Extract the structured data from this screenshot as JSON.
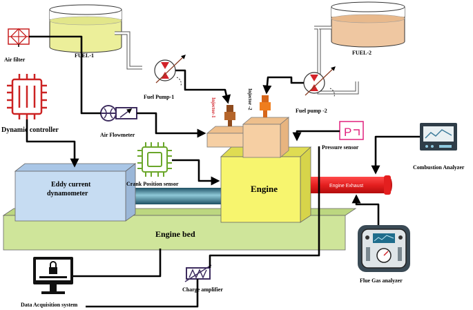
{
  "labels": {
    "air_filter": "Air filter",
    "fuel_1": "FUEL-1",
    "fuel_2": "FUEL-2",
    "fuel_pump_1": "Fuel Pump-1",
    "fuel_pump_2": "Fuel pump -2",
    "dynamic_controller": "Dynamic controller",
    "air_flowmeter": "Air Flowmeter",
    "injector_1": "Injector-1",
    "injector_2": "Injector -2",
    "pressure_sensor": "Pressure sensor",
    "combustion_analyzer": "Combustion Analyzer",
    "crank_position_sensor": "Crank Position sensor",
    "eddy_current_dynamometer_line1": "Eddy current",
    "eddy_current_dynamometer_line2": "dynamometer",
    "engine": "Engine",
    "engine_exhaust": "Engine Exhaust",
    "engine_bed": "Engine bed",
    "flue_gas_analyzer": "Flue Gas analyzer",
    "charge_amplifier": "Charge amplifier",
    "data_acquisition_system": "Data Acquisition system"
  },
  "colors": {
    "engine": "#f7f56e",
    "engine_bed": "#cfe59a",
    "dynamometer": "#c6dcf2",
    "engine_head": "#f6cfa3",
    "injector_1": "#b5652a",
    "injector_2": "#ef7d1e",
    "exhaust": "#e41f1f",
    "controller": "#cc2222",
    "flowmeter": "#3d2c5e",
    "crank_sensor": "#6aa629",
    "pressure_sensor": "#e0207d",
    "fuel_1": "#ecef9a",
    "fuel_2": "#efc7a1"
  },
  "icons": {
    "air_filter": "air-filter-icon",
    "controller": "circuit-chip-icon",
    "flowmeter": "flowmeter-icon",
    "crank_sensor": "chip-sensor-icon",
    "pressure_sensor": "pressure-gauge-icon",
    "combustion_analyzer": "monitor-icon",
    "flue_gas_analyzer": "gas-analyzer-icon",
    "data_acquisition": "locked-computer-icon",
    "charge_amplifier": "amplifier-icon",
    "fuel_pump": "pump-icon"
  }
}
